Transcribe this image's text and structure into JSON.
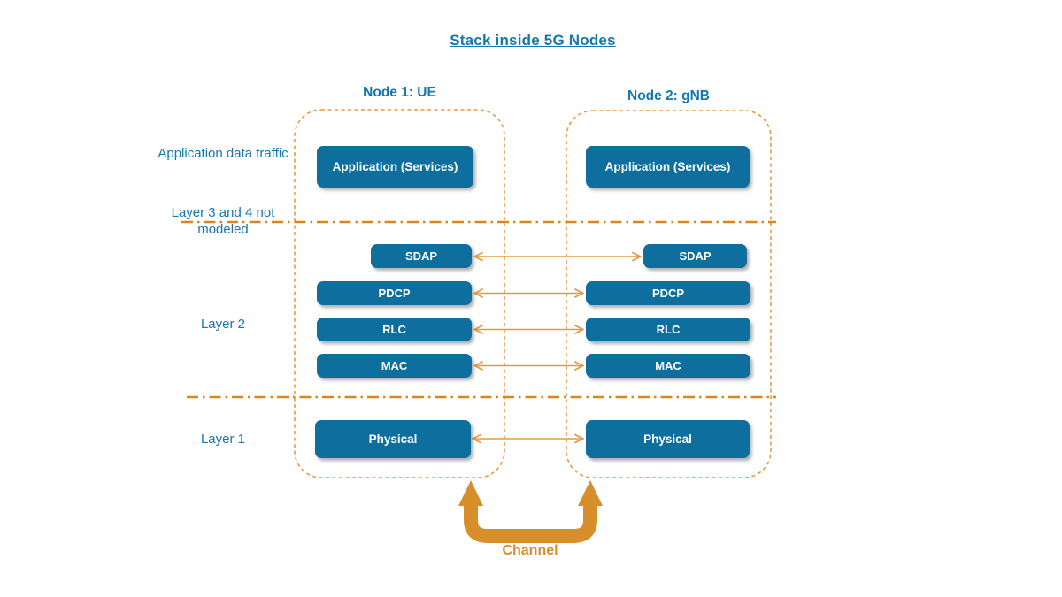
{
  "title": "Stack inside 5G Nodes",
  "nodes": [
    {
      "label": "Node 1: UE",
      "layers": [
        "Application (Services)",
        "SDAP",
        "PDCP",
        "RLC",
        "MAC",
        "Physical"
      ]
    },
    {
      "label": "Node 2: gNB",
      "layers": [
        "Application (Services)",
        "SDAP",
        "PDCP",
        "RLC",
        "MAC",
        "Physical"
      ]
    }
  ],
  "side_labels": [
    {
      "label": "Application data traffic"
    },
    {
      "label": "Layer 3 and 4 not modeled"
    },
    {
      "label": "Layer 2"
    },
    {
      "label": "Layer 1"
    }
  ],
  "channel_label": "Channel",
  "colors": {
    "box_fill": "#0e6f9e",
    "text_blue": "#1478ad",
    "node_border": "#e89a43",
    "layer_divider": "#d6871f",
    "arrow": "#dd9b45",
    "channel": "#d78f2c"
  }
}
